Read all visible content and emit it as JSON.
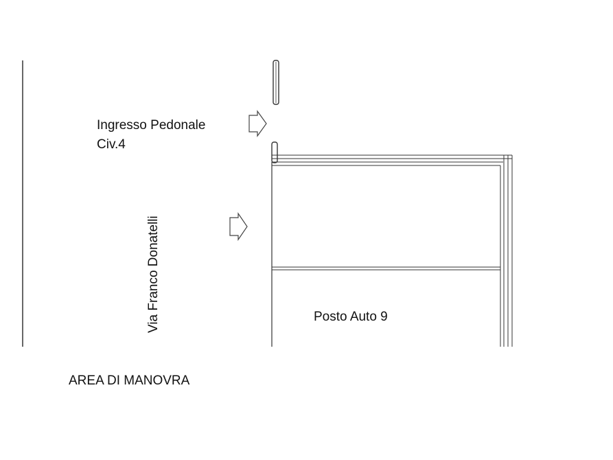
{
  "labels": {
    "entrance_line1": "Ingresso Pedonale",
    "entrance_line2": "Civ.4",
    "street": "Via Franco Donatelli",
    "parking_space": "Posto Auto 9",
    "maneuver_area": "AREA DI MANOVRA"
  },
  "icons": {
    "entrance_arrow": "arrow-right-icon",
    "access_arrow": "arrow-right-icon"
  },
  "colors": {
    "line": "#333333",
    "text": "#111111",
    "background": "#ffffff"
  }
}
